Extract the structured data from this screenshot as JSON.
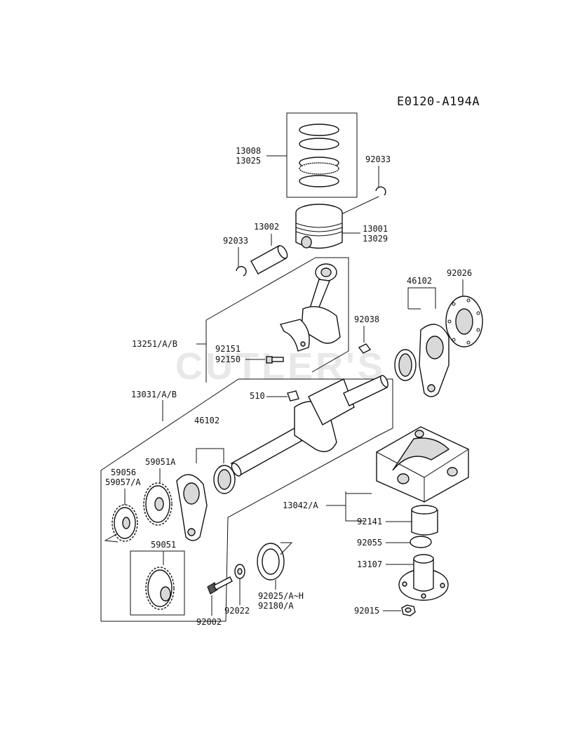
{
  "diagram_code": "E0120-A194A",
  "watermark": "CUTLER'S",
  "labels": {
    "p13008": "13008",
    "p13025": "13025",
    "p92033a": "92033",
    "p13002": "13002",
    "p13001": "13001",
    "p13029": "13029",
    "p92033b": "92033",
    "p46102a": "46102",
    "p92026": "92026",
    "p92038": "92038",
    "p13251": "13251/A/B",
    "p92151": "92151",
    "p92150": "92150",
    "p13031": "13031/A/B",
    "p510": "510",
    "p46102b": "46102",
    "p59051a": "59051A",
    "p59056": "59056",
    "p59057": "59057/A",
    "p59051": "59051",
    "p13042": "13042/A",
    "p92141": "92141",
    "p92055": "92055",
    "p13107": "13107",
    "p92015": "92015",
    "p92002": "92002",
    "p92022": "92022",
    "p92025": "92025/A~H",
    "p92180": "92180/A"
  }
}
